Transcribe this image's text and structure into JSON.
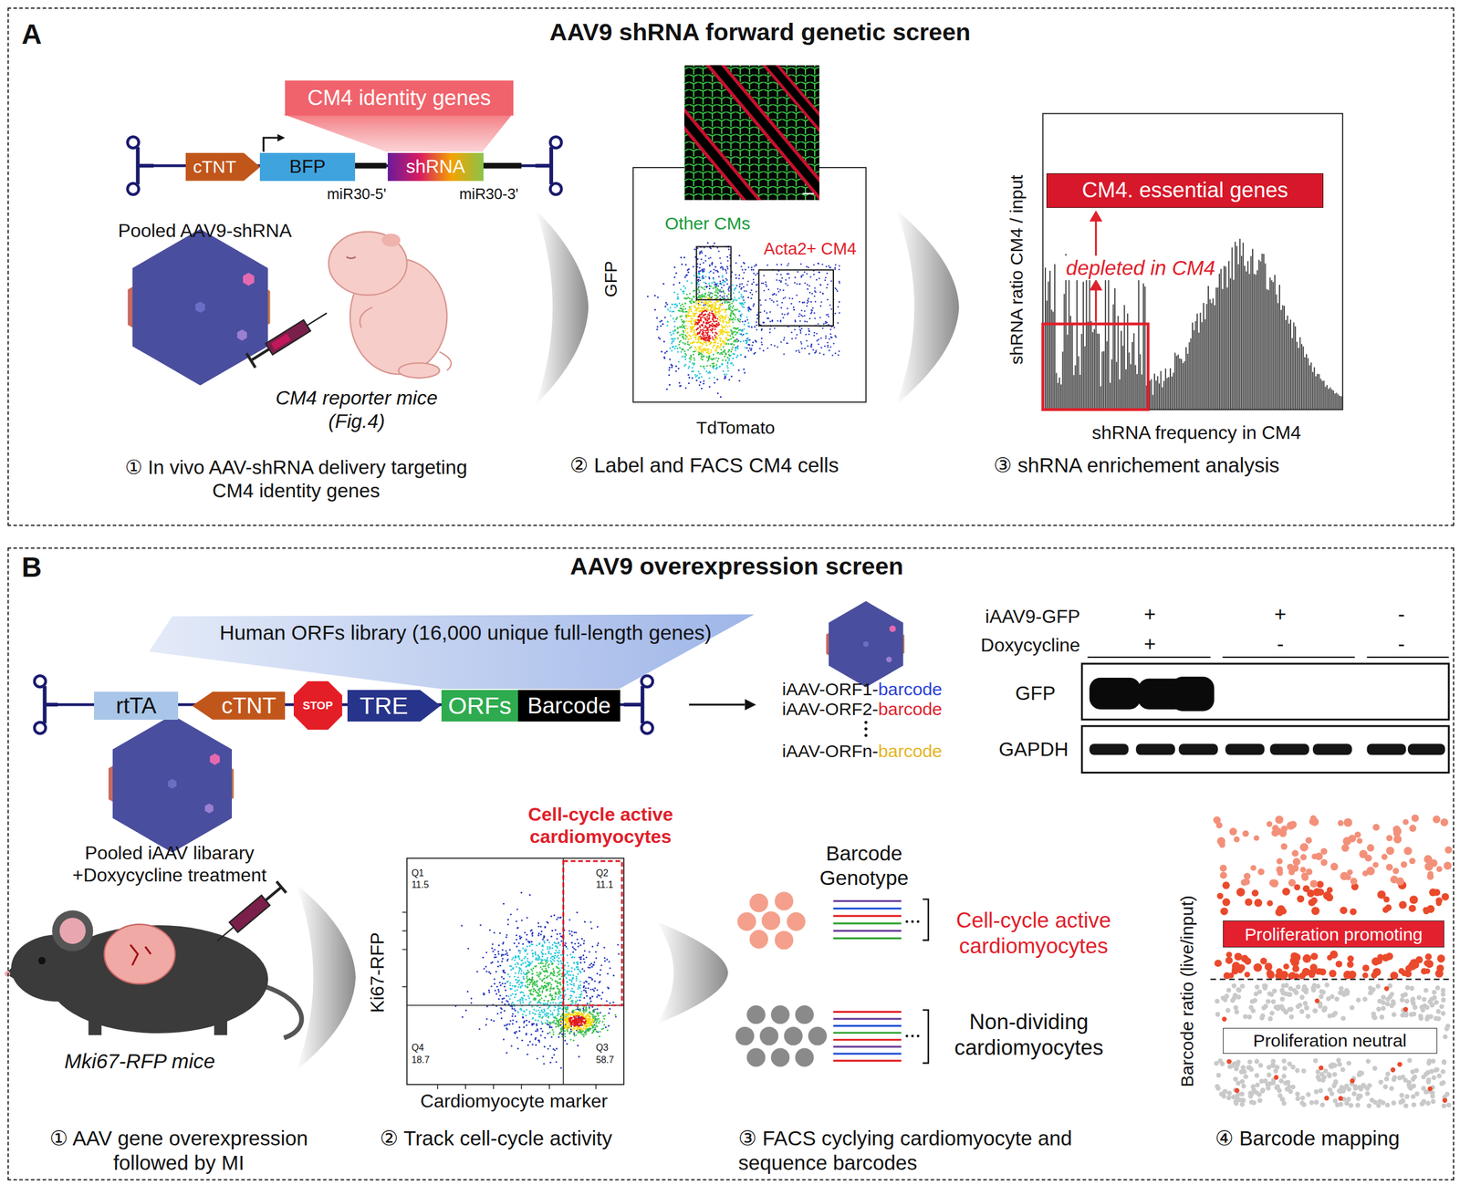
{
  "diagram": {
    "nodes": [
      {
        "text": [
          "A",
          "AAV9 shRNA forward genetic screen"
        ]
      },
      {
        "text": [
          "CM4 identity genes"
        ],
        "in": 0
      },
      {
        "text": [
          "cTNT"
        ],
        "in": 0
      },
      {
        "text": [
          "BFP"
        ],
        "in": 0
      },
      {
        "text": [
          "shRNA"
        ],
        "in": 0
      },
      {
        "text": [
          "CM4. essential genes"
        ],
        "in": 0
      },
      {
        "text": [
          "B",
          "AAV9 overexpression screen"
        ]
      },
      {
        "text": [
          "rtTA"
        ],
        "in": 6
      },
      {
        "text": [
          "cTNT"
        ],
        "in": 6
      },
      {
        "text": [
          "STOP"
        ],
        "in": 6
      },
      {
        "text": [
          "TRE"
        ],
        "in": 6
      },
      {
        "text": [
          "ORFs"
        ],
        "in": 6
      },
      {
        "text": [
          "Barcode"
        ],
        "in": 6
      },
      {
        "text": [
          "Proliferation promoting"
        ],
        "in": 6
      },
      {
        "text": [
          "Proliferation neutral"
        ],
        "in": 6
      }
    ],
    "labels": [
      "Pooled AAV9-shRNA",
      "CM4 reporter mice (Fig.4)",
      "① In vivo AAV-shRNA delivery targeting CM4 identity genes",
      "miR30-5'",
      "miR30-3'",
      "Other CMs",
      "Acta2+ CM4",
      "GFP",
      "TdTomato",
      "② Label and FACS CM4 cells",
      "shRNA ratio CM4 / input",
      "depleted in CM4",
      "shRNA frequency in CM4",
      "③ shRNA enrichement analysis",
      "Human ORFs library (16,000 unique full-length genes)",
      "iAAV-ORF1-",
      "barcode",
      "iAAV-ORF2-",
      "barcode",
      "iAAV-ORFn-",
      "barcode",
      "iAAV9-GFP",
      "+",
      "+",
      "-",
      "Doxycycline",
      "+",
      "-",
      "-",
      "GFP",
      "GAPDH",
      "Pooled iAAV libarary +Doxycycline treatment",
      "Mki67-RFP mice",
      "① AAV gene overexpression followed by MI",
      "Cell-cycle active cardiomyocytes",
      "Q1",
      "11.5",
      "Q2",
      "11.1",
      "Q4",
      "18.7",
      "Q3",
      "58.7",
      "Ki67-RFP",
      "Cardiomyocyte marker",
      "② Track cell-cycle activity",
      "Barcode Genotype",
      "Cell-cycle active cardiomyocytes",
      "Non-dividing cardiomyocytes",
      "③ FACS cyclying cardiomyocyte and sequence barcodes",
      "Barcode ratio (live/input)",
      "④ Barcode mapping"
    ]
  }
}
